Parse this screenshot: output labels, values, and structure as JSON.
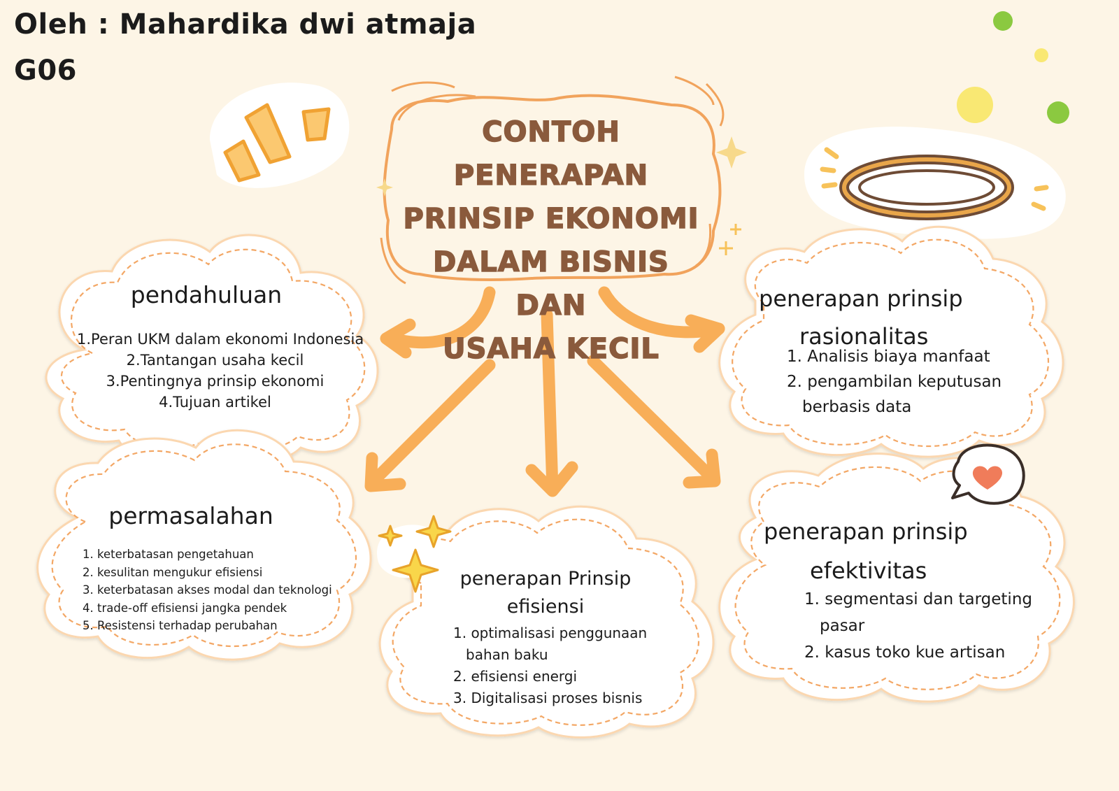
{
  "author": {
    "line1": "Oleh : Mahardika dwi atmaja",
    "line2": "G06"
  },
  "title": {
    "lines": [
      "CONTOH PENERAPAN",
      "PRINSIP EKONOMI",
      "DALAM BISNIS DAN",
      "USAHA KECIL"
    ]
  },
  "nodes": {
    "pendahuluan": {
      "heading": "pendahuluan",
      "items": [
        "1.Peran UKM dalam ekonomi Indonesia",
        "2.Tantangan usaha kecil",
        "3.Pentingnya prinsip ekonomi",
        "4.Tujuan artikel"
      ]
    },
    "permasalahan": {
      "heading": "permasalahan",
      "items": [
        "1. keterbatasan pengetahuan",
        "2. kesulitan mengukur efisiensi",
        "3. keterbatasan akses modal dan teknologi",
        "4. trade-off efisiensi jangka pendek",
        "5. Resistensi terhadap perubahan"
      ]
    },
    "efisiensi": {
      "heading_line1": "penerapan Prinsip",
      "heading_line2": "efisiensi",
      "items": [
        "1. optimalisasi penggunaan",
        "bahan baku",
        "2. efisiensi energi",
        "3. Digitalisasi proses bisnis"
      ]
    },
    "rasionalitas": {
      "heading_line1": "penerapan prinsip",
      "heading_line2": "rasionalitas",
      "items": [
        "1. Analisis biaya manfaat",
        "2. pengambilan keputusan",
        "berbasis data"
      ]
    },
    "efektivitas": {
      "heading_line1": "penerapan prinsip",
      "heading_line2": "efektivitas",
      "items": [
        "1. segmentasi dan targeting",
        "pasar",
        "2. kasus toko kue artisan"
      ]
    }
  },
  "colors": {
    "background": "#fdf5e6",
    "arrow": "#f8ae58",
    "title_text": "#8a5a3c",
    "cloud_fill": "#ffffff",
    "cloud_dash": "#f3a765",
    "dot_green": "#8bc940",
    "dot_yellow": "#f9e873"
  },
  "icons": [
    "exclamation-sticker-icon",
    "halo-ring-sticker-icon",
    "heart-speech-bubble-icon",
    "sparkle-stars-icon",
    "sparkle-icon",
    "dot-icon"
  ]
}
